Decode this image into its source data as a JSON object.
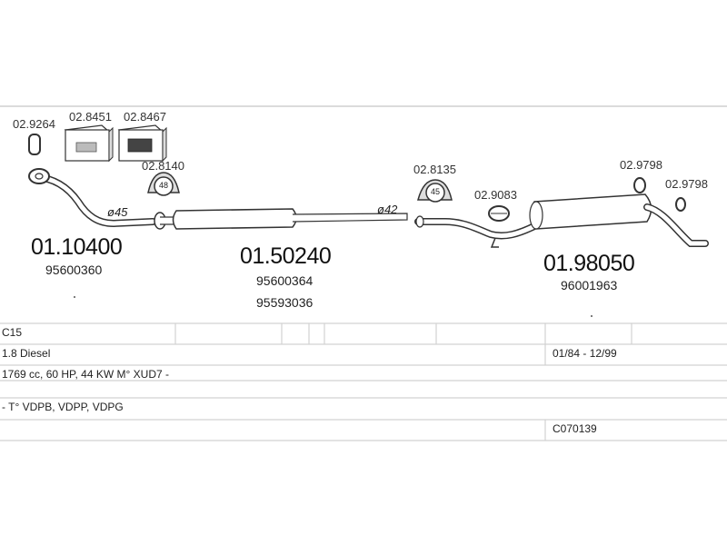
{
  "parts": {
    "clamp_9264": "02.9264",
    "kit_8451": "02.8451",
    "kit_8467": "02.8467",
    "gasket_8140": "02.8140",
    "gasket_8140_marking": "48",
    "gasket_8135": "02.8135",
    "gasket_8135_marking": "45",
    "clamp_9083": "02.9083",
    "ring_9798_a": "02.9798",
    "ring_9798_b": "02.9798",
    "front_pipe": {
      "number": "01.10400",
      "oem": [
        "95600360"
      ]
    },
    "center_silencer": {
      "number": "01.50240",
      "oem": [
        "95600364",
        "95593036"
      ]
    },
    "rear_silencer": {
      "number": "01.98050",
      "oem": [
        "96001963"
      ]
    },
    "diameter_front": "ø45",
    "diameter_mid": "ø42"
  },
  "info": {
    "model": "C15",
    "engine": "1.8 Diesel",
    "years": "01/84 - 12/99",
    "specs": "1769 cc, 60 HP, 44 KW M° XUD7 -",
    "types": "- T° VDPB, VDPP, VDPG",
    "code": "C070139"
  }
}
